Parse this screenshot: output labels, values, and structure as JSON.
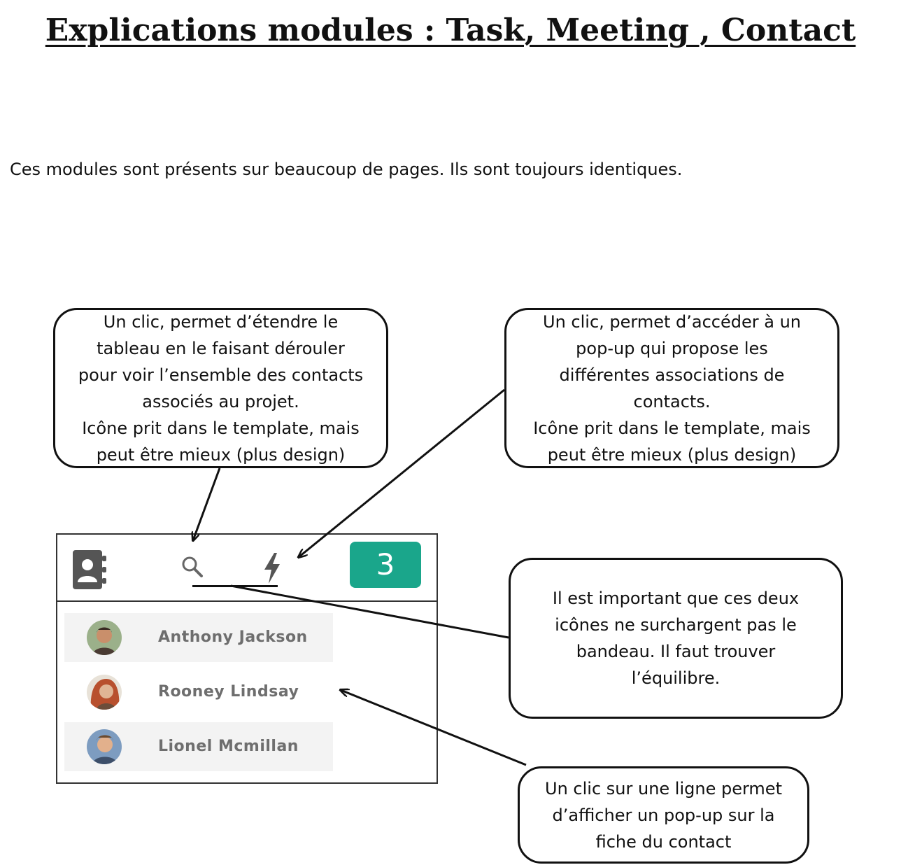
{
  "document": {
    "title": "Explications modules : Task, Meeting , Contact",
    "intro": "Ces modules sont présents sur beaucoup de pages. Ils sont toujours identiques."
  },
  "callouts": {
    "expand": [
      "Un clic, permet d’étendre le",
      "tableau en le faisant dérouler",
      "pour voir l’ensemble des contacts",
      "associés au projet.",
      "Icône prit dans le template, mais",
      "peut être mieux (plus design)"
    ],
    "associations": [
      "Un clic, permet d’accéder à un",
      "pop-up qui propose les",
      "différentes associations de",
      "contacts.",
      "Icône prit dans le template, mais",
      "peut être mieux (plus design)"
    ],
    "balance": [
      "Il est important que ces deux",
      "icônes ne surchargent pas le",
      "bandeau. Il faut trouver",
      "l’équilibre."
    ],
    "row_click": [
      "Un clic sur une ligne permet",
      "d’afficher un pop-up sur la",
      "fiche du contact"
    ]
  },
  "widget": {
    "header_icons": {
      "contact_book": "contact-book-icon",
      "search": "search-icon",
      "associations": "lightning-bolt-icon"
    },
    "count": "3",
    "badge_color": "#1aa68b",
    "contacts": [
      {
        "name": "Anthony Jackson",
        "avatar": "avatar-photo"
      },
      {
        "name": "Rooney Lindsay",
        "avatar": "avatar-photo"
      },
      {
        "name": "Lionel Mcmillan",
        "avatar": "avatar-photo"
      }
    ]
  }
}
